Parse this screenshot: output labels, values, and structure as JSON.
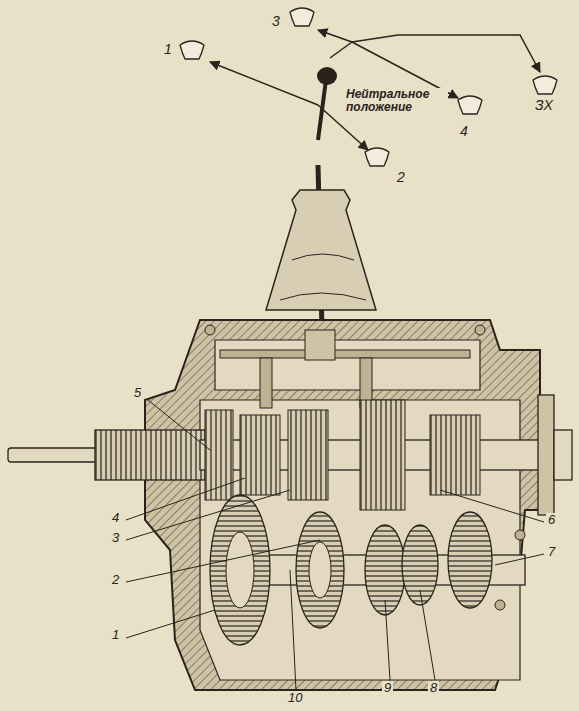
{
  "diagram": {
    "labels": [
      "3",
      "1",
      "Нейтральное положение",
      "4",
      "ЗХ",
      "2",
      "5",
      "4",
      "3",
      "2",
      "1",
      "10",
      "9",
      "8",
      "7",
      "6"
    ]
  }
}
